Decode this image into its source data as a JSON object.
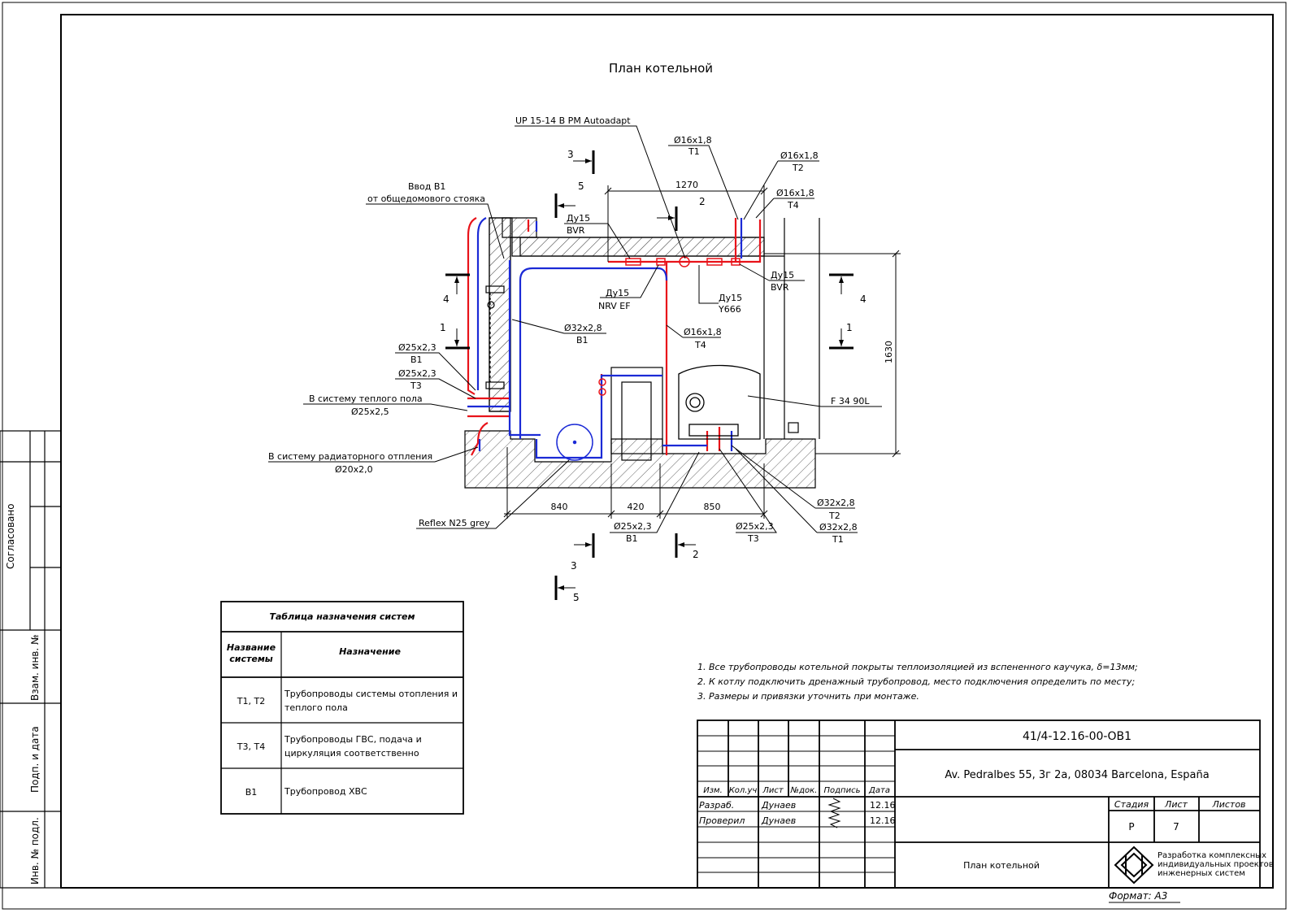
{
  "title": "План котельной",
  "side_stamp": {
    "agreed": "Согласовано",
    "cells": [
      "Взам. инв. №",
      "Подп. и дата",
      "Инв. № подл."
    ]
  },
  "labels": {
    "pump": "UP 15-14 B PM Autoadapt",
    "t1_pipe_top": {
      "dim": "Ø16x1,8",
      "code": "T1"
    },
    "t2_pipe_top": {
      "dim": "Ø16x1,8",
      "code": "T2"
    },
    "t4_pipe_top": {
      "dim": "Ø16x1,8",
      "code": "T4"
    },
    "inlet_b1": {
      "line1": "Ввод В1",
      "line2": "от общедомового стояка"
    },
    "valve_bvr_left": {
      "dim": "Ду15",
      "code": "BVR"
    },
    "valve_bvr_right": {
      "dim": "Ду15",
      "code": "BVR"
    },
    "valve_nrv": {
      "dim": "Ду15",
      "code": "NRV EF"
    },
    "valve_y666": {
      "dim": "Ду15",
      "code": "Y666"
    },
    "b1_main": {
      "dim": "Ø32x2,8",
      "code": "B1"
    },
    "t4_vertical": {
      "dim": "Ø16x1,8",
      "code": "T4"
    },
    "b1_left": {
      "dim": "Ø25x2,3",
      "code": "B1"
    },
    "t3_left": {
      "dim": "Ø25x2,3",
      "code": "T3"
    },
    "floor_heating": {
      "line1": "В систему теплого пола",
      "line2": "Ø25x2,5"
    },
    "radiator": {
      "line1": "В систему радиаторного отпления",
      "line2": "Ø20x2,0"
    },
    "boiler": "F 34 90L",
    "expansion_tank": "Reflex N25 grey",
    "b1_bottom": {
      "dim": "Ø25x2,3",
      "code": "B1"
    },
    "t3_bottom": {
      "dim": "Ø25x2,3",
      "code": "T3"
    },
    "t2_bottom": {
      "dim": "Ø32x2,8",
      "code": "T2"
    },
    "t1_bottom": {
      "dim": "Ø32x2,8",
      "code": "T1"
    }
  },
  "dimensions": {
    "top_width": "1270",
    "right_height": "1630",
    "bottom_1": "840",
    "bottom_2": "420",
    "bottom_3": "850"
  },
  "section_marks": {
    "s3_top": "3",
    "s5_top": "5",
    "s2_top": "2",
    "s4_left": "4",
    "s1_left": "1",
    "s4_right": "4",
    "s1_right": "1",
    "s3_bottom": "3",
    "s2_bottom": "2",
    "s5_bottom": "5"
  },
  "systems_table": {
    "caption": "Таблица назначения систем",
    "head_name": "Название системы",
    "head_purpose": "Назначение",
    "rows": [
      {
        "name": "T1, T2",
        "purpose": "Трубопроводы системы отопления и теплого пола"
      },
      {
        "name": "T3, T4",
        "purpose": "Трубопроводы ГВС, подача и циркуляция соответственно"
      },
      {
        "name": "B1",
        "purpose": "Трубопровод ХВС"
      }
    ]
  },
  "notes": [
    "1. Все трубопроводы котельной покрыты  теплоизоляцией из вспененного каучука, δ=13мм;",
    "2. К котлу подключить дренажный трубопровод, место подключения определить по месту;",
    "3. Размеры и привязки уточнить при монтаже."
  ],
  "title_block": {
    "doc_code": "41/4-12.16-00-ОВ1",
    "address": "Av. Pedralbes 55, 3г 2а, 08034 Barcelona, España",
    "headers": [
      "Изм.",
      "Кол.уч",
      "Лист",
      "№док.",
      "Подпись",
      "Дата"
    ],
    "rows": [
      {
        "role": "Разраб.",
        "name": "Дунаев",
        "date": "12.16"
      },
      {
        "role": "Проверил",
        "name": "Дунаев",
        "date": "12.16"
      }
    ],
    "stage_label": "Стадия",
    "sheet_label": "Лист",
    "sheets_label": "Листов",
    "stage": "Р",
    "sheet": "7",
    "sheets": "",
    "drawing_name": "План котельной",
    "company": [
      "Разработка комплексных",
      "индивидуальных проектов",
      "инженерных систем"
    ],
    "format": "Формат: А3"
  },
  "colors": {
    "supply": "#e8131a",
    "cold_water": "#1b2ad6",
    "ink": "#000000"
  }
}
